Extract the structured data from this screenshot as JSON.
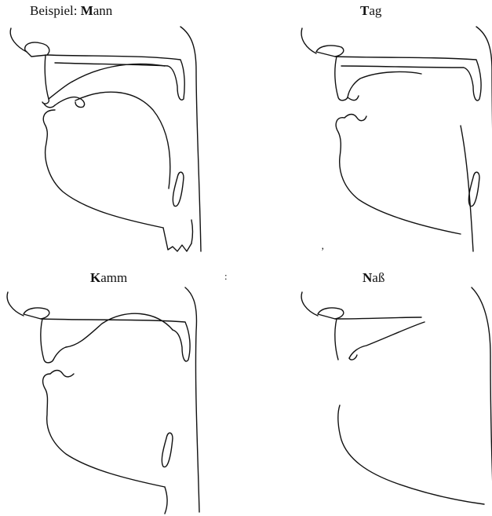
{
  "panels": [
    {
      "id": "mann",
      "prefix": "Beispiel: ",
      "initial": "M",
      "rest": "ann"
    },
    {
      "id": "tag",
      "prefix": "",
      "initial": "T",
      "rest": "ag"
    },
    {
      "id": "kamm",
      "prefix": "",
      "initial": "K",
      "rest": "amm"
    },
    {
      "id": "nass",
      "prefix": "",
      "initial": "N",
      "rest": "aß"
    }
  ]
}
